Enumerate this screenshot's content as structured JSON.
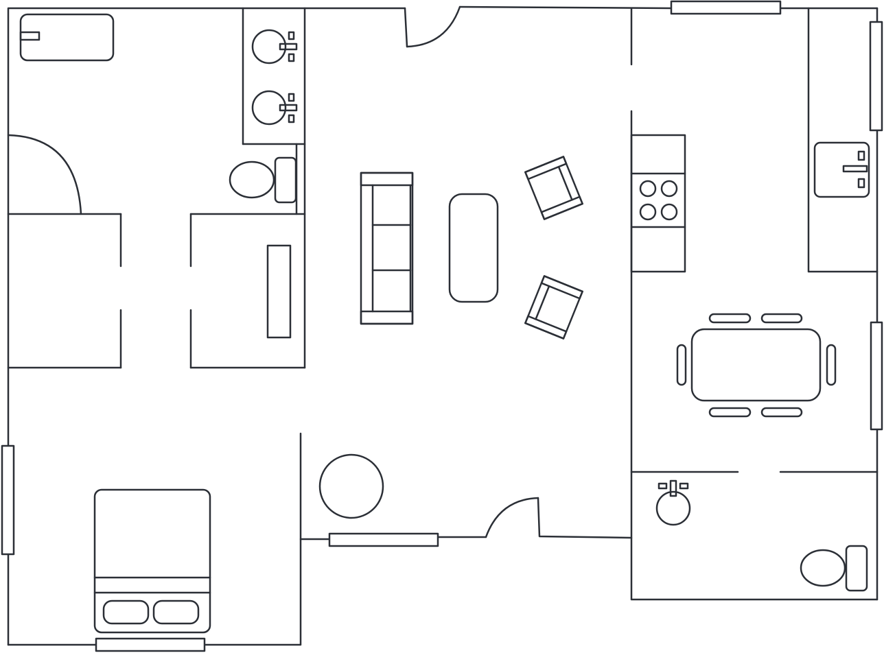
{
  "drawing": {
    "kind": "floor-plan",
    "line_color": "#2b2f36",
    "background": "#ffffff",
    "labels_shown": false
  },
  "rooms": [
    {
      "key": "bathroom-top-left",
      "fixtures": [
        "bathtub",
        "sink",
        "sink",
        "toilet"
      ]
    },
    {
      "key": "closet-left",
      "fixtures": []
    },
    {
      "key": "closet-center",
      "fixtures": [
        "shelf"
      ]
    },
    {
      "key": "living-room",
      "fixtures": [
        "sofa",
        "coffee-table",
        "armchair",
        "armchair"
      ]
    },
    {
      "key": "kitchen",
      "fixtures": [
        "stove",
        "sink",
        "counter"
      ]
    },
    {
      "key": "dining-area",
      "fixtures": [
        "dining-table",
        "chair",
        "chair",
        "chair",
        "chair",
        "chair",
        "chair"
      ]
    },
    {
      "key": "bedroom",
      "fixtures": [
        "double-bed",
        "round-table"
      ]
    },
    {
      "key": "bathroom-bottom-right",
      "fixtures": [
        "sink",
        "toilet"
      ]
    }
  ]
}
